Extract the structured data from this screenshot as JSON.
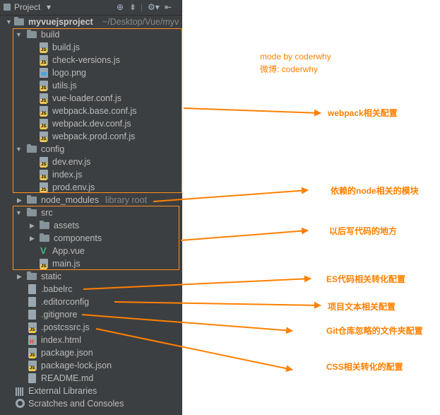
{
  "toolbar": {
    "title": "Project",
    "dropdown_glyph": "▾",
    "icons": [
      "locate-icon",
      "collapse-icon",
      "gear-icon",
      "hide-icon"
    ]
  },
  "credit": {
    "line1": "mode by coderwhy",
    "line2": "微博: coderwhy"
  },
  "tree": {
    "project_name": "myvuejsproject",
    "project_path": "~/Desktop/Vue/myv",
    "build": {
      "label": "build",
      "files": [
        "build.js",
        "check-versions.js",
        "logo.png",
        "utils.js",
        "vue-loader.conf.js",
        "webpack.base.conf.js",
        "webpack.dev.conf.js",
        "webpack.prod.conf.js"
      ]
    },
    "config": {
      "label": "config",
      "files": [
        "dev.env.js",
        "index.js",
        "prod.env.js"
      ]
    },
    "node_modules": {
      "label": "node_modules",
      "suffix": "library root"
    },
    "src": {
      "label": "src",
      "folders": [
        "assets",
        "components"
      ],
      "files": [
        "App.vue",
        "main.js"
      ]
    },
    "static": {
      "label": "static"
    },
    "root_files": [
      ".babelrc",
      ".editorconfig",
      ".gitignore",
      ".postcssrc.js",
      "index.html",
      "package.json",
      "package-lock.json",
      "README.md"
    ],
    "external_libraries": "External Libraries",
    "scratches": "Scratches and Consoles"
  },
  "annotations": {
    "webpack": "webpack相关配置",
    "node_modules": "依赖的node相关的模块",
    "src": "以后写代码的地方",
    "babelrc": "ES代码相关转化配置",
    "editorconfig": "项目文本相关配置",
    "gitignore": "Git仓库忽略的文件夹配置",
    "postcss": "CSS相关转化的配置"
  },
  "colors": {
    "panel_bg": "#3c3f41",
    "annotation": "#ff8000",
    "highlight_box": "#ff8f1e",
    "vue_green": "#41b883"
  }
}
